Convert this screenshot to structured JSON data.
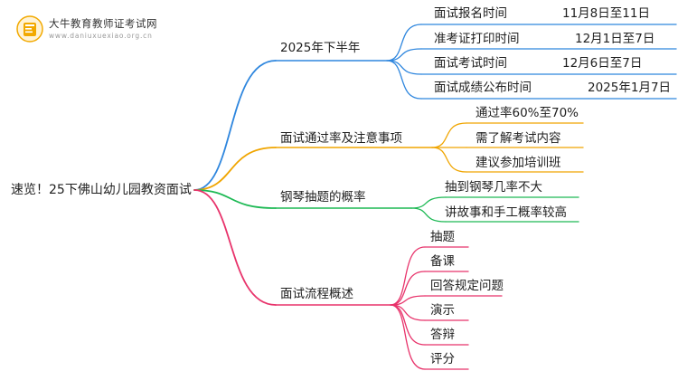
{
  "logo": {
    "name": "大牛教育教师证考试网",
    "url": "www.daniuxuexiao.org.cn"
  },
  "mindmap": {
    "root": "速览！25下佛山幼儿园教资面试",
    "branches": [
      {
        "label": "2025年下半年",
        "color": "#2e86de",
        "children": [
          {
            "label": "面试报名时间",
            "value": "11月8日至11日"
          },
          {
            "label": "准考证打印时间",
            "value": "12月1日至7日"
          },
          {
            "label": "面试考试时间",
            "value": "12月6日至7日"
          },
          {
            "label": "面试成绩公布时间",
            "value": "2025年1月7日"
          }
        ]
      },
      {
        "label": "面试通过率及注意事项",
        "color": "#f0a500",
        "children": [
          {
            "label": "通过率60%至70%"
          },
          {
            "label": "需了解考试内容"
          },
          {
            "label": "建议参加培训班"
          }
        ]
      },
      {
        "label": "钢琴抽题的概率",
        "color": "#1db954",
        "children": [
          {
            "label": "抽到钢琴几率不大"
          },
          {
            "label": "讲故事和手工概率较高"
          }
        ]
      },
      {
        "label": "面试流程概述",
        "color": "#e8336b",
        "children": [
          {
            "label": "抽题"
          },
          {
            "label": "备课"
          },
          {
            "label": "回答规定问题"
          },
          {
            "label": "演示"
          },
          {
            "label": "答辩"
          },
          {
            "label": "评分"
          }
        ]
      }
    ]
  }
}
